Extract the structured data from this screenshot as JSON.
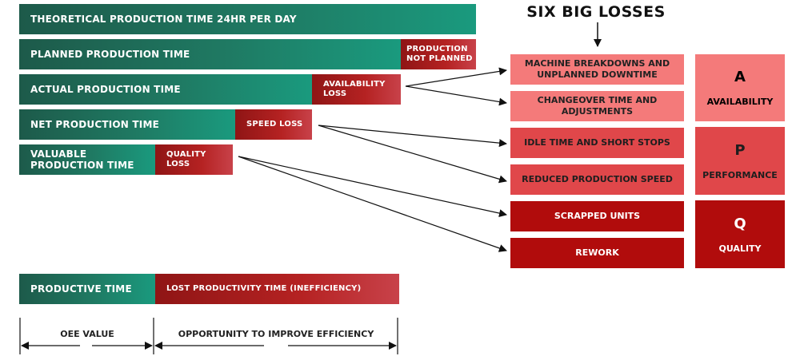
{
  "title": "SIX BIG LOSSES",
  "bars": {
    "theoretical": "THEORETICAL PRODUCTION TIME 24HR PER DAY",
    "planned": "PLANNED PRODUCTION TIME",
    "not_planned_1": "PRODUCTION",
    "not_planned_2": "NOT PLANNED",
    "actual": "ACTUAL PRODUCTION TIME",
    "availability_loss_1": "AVAILABILITY",
    "availability_loss_2": "LOSS",
    "net": "NET PRODUCTION TIME",
    "speed_loss": "SPEED LOSS",
    "valuable_1": "VALUABLE",
    "valuable_2": "PRODUCTION TIME",
    "quality_loss_1": "QUALITY",
    "quality_loss_2": "LOSS"
  },
  "losses": [
    {
      "line1": "MACHINE BREAKDOWNS AND",
      "line2": "UNPLANNED DOWNTIME"
    },
    {
      "line1": "CHANGEOVER TIME AND",
      "line2": "ADJUSTMENTS"
    },
    {
      "line1": "IDLE TIME AND SHORT STOPS",
      "line2": ""
    },
    {
      "line1": "REDUCED PRODUCTION SPEED",
      "line2": ""
    },
    {
      "line1": "SCRAPPED UNITS",
      "line2": ""
    },
    {
      "line1": "REWORK",
      "line2": ""
    }
  ],
  "categories": [
    {
      "letter": "A",
      "word": "AVAILABILITY"
    },
    {
      "letter": "P",
      "word": "PERFORMANCE"
    },
    {
      "letter": "Q",
      "word": "QUALITY"
    }
  ],
  "bottom": {
    "productive": "PRODUCTIVE TIME",
    "lost": "LOST PRODUCTIVITY TIME (INEFFICIENCY)",
    "oee": "OEE VALUE",
    "opportunity": "OPPORTUNITY TO IMPROVE EFFICIENCY"
  },
  "colors": {
    "green": "#1f7a63",
    "red": "#b52222",
    "availability": "#f47a7a",
    "performance": "#e0474a",
    "quality": "#b10c0c"
  }
}
